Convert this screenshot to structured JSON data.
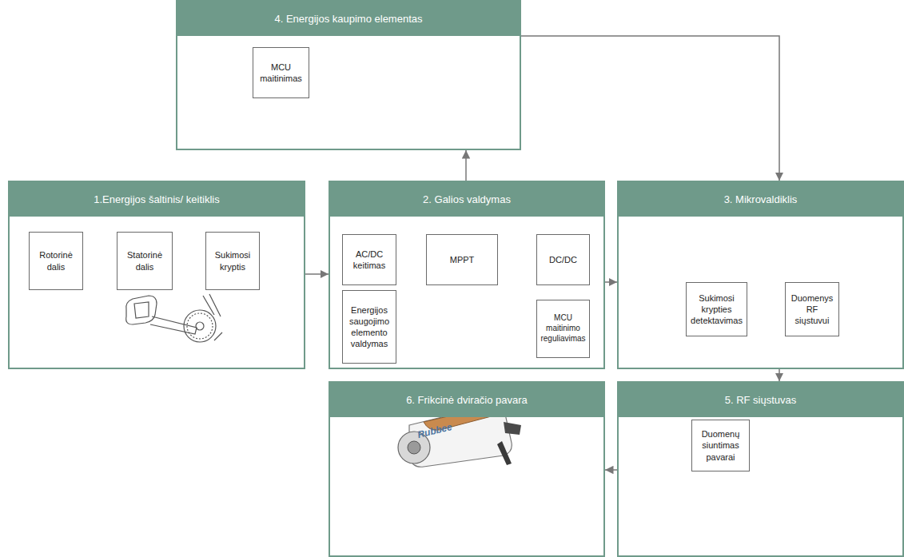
{
  "diagram": {
    "nodes": [
      {
        "text": [
          "4. Energijos kaupimo elementas"
        ]
      },
      {
        "text": [
          "MCU maitinimas"
        ],
        "in": 0
      },
      {
        "text": [
          "1.Energijos šaltinis/ keitiklis"
        ]
      },
      {
        "text": [
          "Rotorinė dalis"
        ],
        "in": 2
      },
      {
        "text": [
          "Statorinė dalis"
        ],
        "in": 2
      },
      {
        "text": [
          "Sukimosi kryptis"
        ],
        "in": 2
      },
      {
        "text": [
          "2. Galios valdymas"
        ]
      },
      {
        "text": [
          "AC/DC keitimas"
        ],
        "in": 6
      },
      {
        "text": [
          "MPPT"
        ],
        "in": 6
      },
      {
        "text": [
          "DC/DC"
        ],
        "in": 6
      },
      {
        "text": [
          "Energijos saugojimo elemento valdymas"
        ],
        "in": 6
      },
      {
        "text": [
          "MCU maitinimo reguliavimas"
        ],
        "in": 6
      },
      {
        "text": [
          "3. Mikrovaldiklis"
        ]
      },
      {
        "text": [
          "Sukimosi krypties detektavimas"
        ],
        "in": 12
      },
      {
        "text": [
          "Duomenys RF siųstuvui"
        ],
        "in": 12
      },
      {
        "text": [
          "6. Frikcinė dviračio pavara"
        ]
      },
      {
        "text": [
          "5. RF siųstuvas"
        ]
      },
      {
        "text": [
          "Duomenų siuntimas pavarai"
        ],
        "in": 16
      }
    ],
    "edges": [
      {
        "from": 2,
        "to": 6,
        "arrow": "to"
      },
      {
        "from": 6,
        "to": 0,
        "arrow": "to"
      },
      {
        "from": 0,
        "to": 12,
        "arrow": "to"
      },
      {
        "from": 6,
        "to": 12,
        "arrow": "to"
      },
      {
        "from": 12,
        "to": 16,
        "arrow": "to"
      },
      {
        "from": 16,
        "to": 15,
        "arrow": "to"
      }
    ],
    "labels": [
      "Rubbee"
    ]
  }
}
